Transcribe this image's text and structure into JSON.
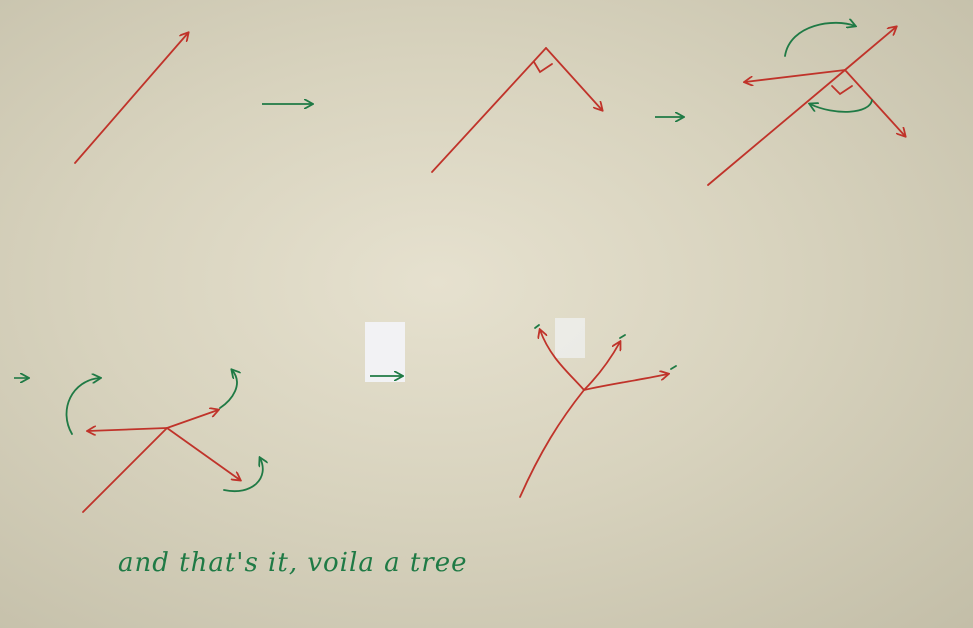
{
  "caption": "and that's it, voila a tree",
  "colors": {
    "branch": "#c0332a",
    "arrow": "#1f7a45",
    "board": "#d8d3be"
  },
  "stages": [
    "single-branch",
    "bent-branch",
    "rotated-branches",
    "rotated-tips",
    "tree"
  ]
}
